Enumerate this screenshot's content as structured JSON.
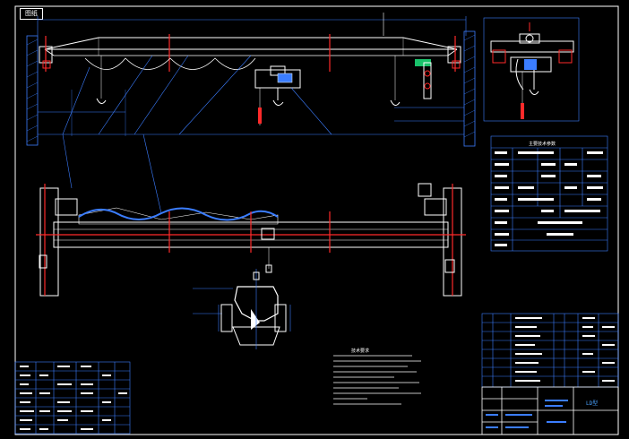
{
  "app": {
    "title_tag": "图纸"
  },
  "drawing": {
    "notes_title": "技术要求",
    "title_block_caption": "LD型",
    "tech_table_caption": "主要技术参数",
    "colors": {
      "background": "#000000",
      "outline": "#ffffff",
      "dimension": "#3b7dff",
      "centerline": "#ff2a2a",
      "highlight": "#19c26b"
    }
  }
}
